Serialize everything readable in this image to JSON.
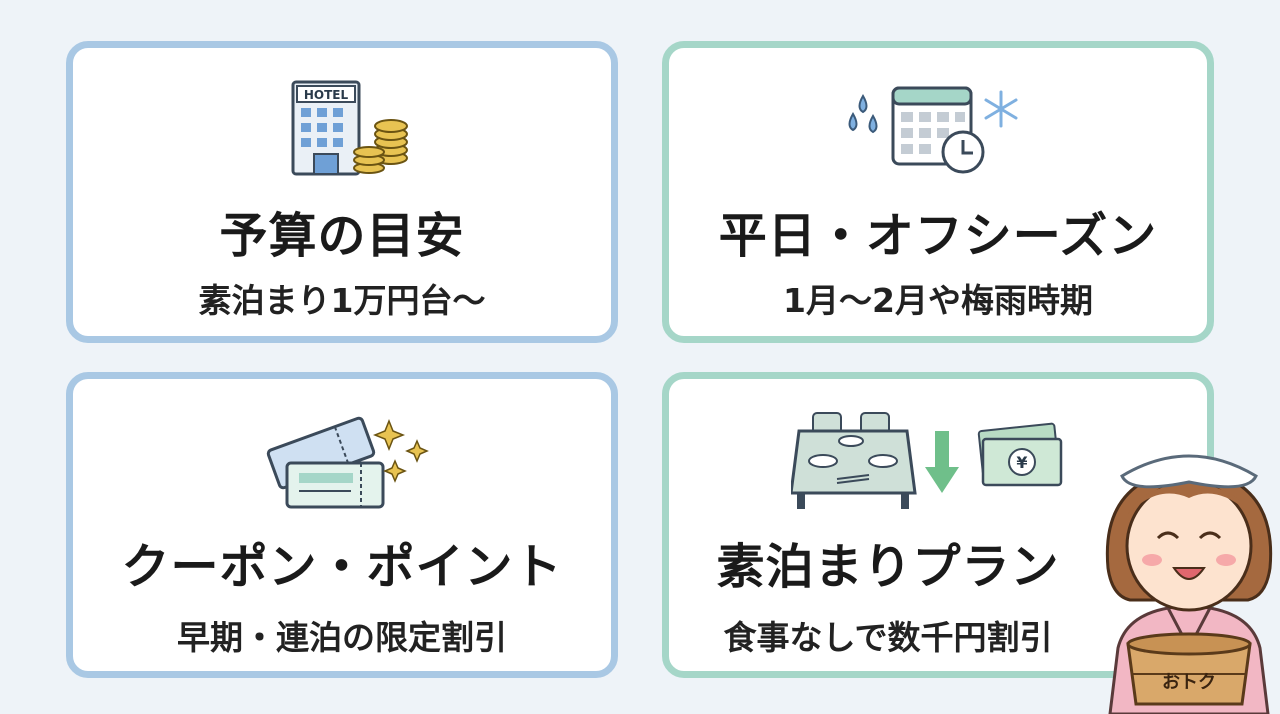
{
  "cards": [
    {
      "title": "予算の目安",
      "subtitle": "素泊まり1万円台〜",
      "icon": "hotel-coins-icon",
      "border_color": "#a9c8e4"
    },
    {
      "title": "平日・オフシーズン",
      "subtitle": "1月〜2月や梅雨時期",
      "icon": "calendar-weather-icon",
      "border_color": "#a5d6c8"
    },
    {
      "title": "クーポン・ポイント",
      "subtitle": "早期・連泊の限定割引",
      "icon": "ticket-coupon-icon",
      "border_color": "#a9c8e4"
    },
    {
      "title": "素泊まりプラン",
      "subtitle": "食事なしで数千円割引",
      "icon": "meal-discount-icon",
      "border_color": "#a5d6c8"
    }
  ],
  "hotel_sign": "HOTEL",
  "yen_symbol": "¥",
  "mascot": {
    "bucket_label": "おトク",
    "icon": "onsen-girl-icon"
  }
}
